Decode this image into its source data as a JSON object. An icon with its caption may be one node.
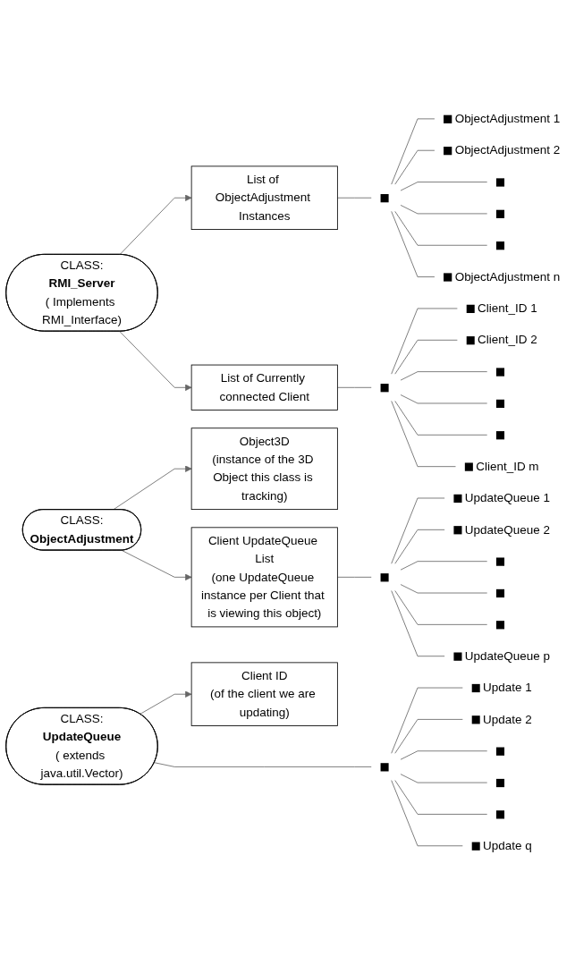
{
  "diagram": {
    "nodes": [
      {
        "text": [
          "CLASS:",
          "RMI_Server",
          "( Implements RMI_Interface)"
        ]
      },
      {
        "text": [
          "List of ObjectAdjustment Instances"
        ]
      },
      {
        "text": [
          "List of Currently connected Client"
        ]
      },
      {
        "text": [],
        "shape": "box"
      },
      {
        "text": [],
        "shape": "box",
        "beside": [
          "ObjectAdjustment 1"
        ]
      },
      {
        "text": [],
        "shape": "box",
        "beside": [
          "ObjectAdjustment 2"
        ]
      },
      {
        "text": [],
        "shape": "box"
      },
      {
        "text": [],
        "shape": "box"
      },
      {
        "text": [],
        "shape": "box"
      },
      {
        "text": [],
        "shape": "box",
        "beside": [
          "ObjectAdjustment n"
        ]
      },
      {
        "text": [],
        "shape": "box"
      },
      {
        "text": [],
        "shape": "box",
        "beside": [
          "Client_ID 1"
        ]
      },
      {
        "text": [],
        "shape": "box",
        "beside": [
          "Client_ID 2"
        ]
      },
      {
        "text": [],
        "shape": "box"
      },
      {
        "text": [],
        "shape": "box"
      },
      {
        "text": [],
        "shape": "box"
      },
      {
        "text": [],
        "shape": "box",
        "beside": [
          "Client_ID m"
        ]
      },
      {
        "text": [
          "CLASS:",
          "ObjectAdjustment"
        ]
      },
      {
        "text": [
          "Object3D",
          "(instance of the 3D Object this class is tracking)"
        ]
      },
      {
        "text": [
          "Client UpdateQueue List",
          "(one UpdateQueue instance per Client that is viewing this object)"
        ]
      },
      {
        "text": [],
        "shape": "box"
      },
      {
        "text": [],
        "shape": "box",
        "beside": [
          "UpdateQueue 1"
        ]
      },
      {
        "text": [],
        "shape": "box",
        "beside": [
          "UpdateQueue 2"
        ]
      },
      {
        "text": [],
        "shape": "box"
      },
      {
        "text": [],
        "shape": "box"
      },
      {
        "text": [],
        "shape": "box"
      },
      {
        "text": [],
        "shape": "box",
        "beside": [
          "UpdateQueue p"
        ]
      },
      {
        "text": [
          "CLASS:",
          "UpdateQueue",
          "( extends java.util.Vector)"
        ]
      },
      {
        "text": [
          "Client ID",
          "(of the client we are updating)"
        ]
      },
      {
        "text": [],
        "shape": "box"
      },
      {
        "text": [],
        "shape": "box",
        "beside": [
          "Update 1"
        ]
      },
      {
        "text": [],
        "shape": "box",
        "beside": [
          "Update 2"
        ]
      },
      {
        "text": [],
        "shape": "box"
      },
      {
        "text": [],
        "shape": "box"
      },
      {
        "text": [],
        "shape": "box"
      },
      {
        "text": [],
        "shape": "box",
        "beside": [
          "Update q"
        ]
      }
    ],
    "edges": [
      {
        "from": 0,
        "to": 1,
        "arrow": "to"
      },
      {
        "from": 0,
        "to": 2,
        "arrow": "to"
      },
      {
        "from": 1,
        "to": 3,
        "arrow": "none"
      },
      {
        "from": 3,
        "to": 4,
        "arrow": "none"
      },
      {
        "from": 3,
        "to": 5,
        "arrow": "none"
      },
      {
        "from": 3,
        "to": 6,
        "arrow": "none"
      },
      {
        "from": 3,
        "to": 7,
        "arrow": "none"
      },
      {
        "from": 3,
        "to": 8,
        "arrow": "none"
      },
      {
        "from": 3,
        "to": 9,
        "arrow": "none"
      },
      {
        "from": 2,
        "to": 10,
        "arrow": "none"
      },
      {
        "from": 10,
        "to": 11,
        "arrow": "none"
      },
      {
        "from": 10,
        "to": 12,
        "arrow": "none"
      },
      {
        "from": 10,
        "to": 13,
        "arrow": "none"
      },
      {
        "from": 10,
        "to": 14,
        "arrow": "none"
      },
      {
        "from": 10,
        "to": 15,
        "arrow": "none"
      },
      {
        "from": 10,
        "to": 16,
        "arrow": "none"
      },
      {
        "from": 17,
        "to": 18,
        "arrow": "to"
      },
      {
        "from": 17,
        "to": 19,
        "arrow": "to"
      },
      {
        "from": 19,
        "to": 20,
        "arrow": "none"
      },
      {
        "from": 20,
        "to": 21,
        "arrow": "none"
      },
      {
        "from": 20,
        "to": 22,
        "arrow": "none"
      },
      {
        "from": 20,
        "to": 23,
        "arrow": "none"
      },
      {
        "from": 20,
        "to": 24,
        "arrow": "none"
      },
      {
        "from": 20,
        "to": 25,
        "arrow": "none"
      },
      {
        "from": 20,
        "to": 26,
        "arrow": "none"
      },
      {
        "from": 27,
        "to": 28,
        "arrow": "to"
      },
      {
        "from": 27,
        "to": 29,
        "arrow": "none"
      },
      {
        "from": 29,
        "to": 30,
        "arrow": "none"
      },
      {
        "from": 29,
        "to": 31,
        "arrow": "none"
      },
      {
        "from": 29,
        "to": 32,
        "arrow": "none"
      },
      {
        "from": 29,
        "to": 33,
        "arrow": "none"
      },
      {
        "from": 29,
        "to": 34,
        "arrow": "none"
      },
      {
        "from": 29,
        "to": 35,
        "arrow": "none"
      }
    ]
  }
}
